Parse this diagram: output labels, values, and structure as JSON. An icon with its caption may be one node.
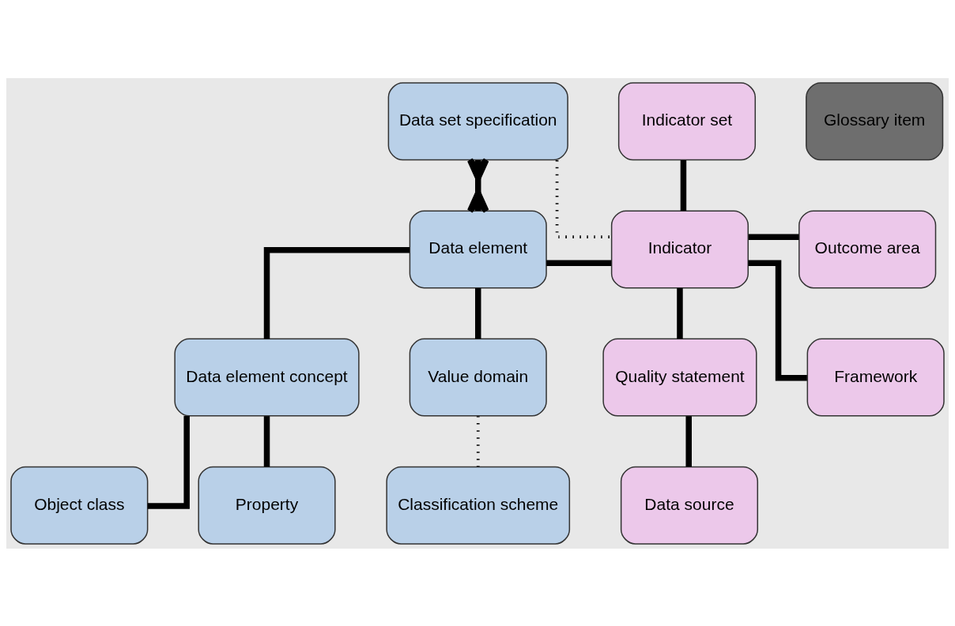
{
  "diagram": {
    "nodes": [
      {
        "text": [
          "Data set specification"
        ]
      },
      {
        "text": [
          "Indicator set"
        ]
      },
      {
        "text": [
          "Outcome area"
        ]
      },
      {
        "text": [
          "Data element"
        ]
      },
      {
        "text": [
          "Indicator"
        ]
      },
      {
        "text": [
          "Quality statement"
        ]
      },
      {
        "text": [
          "Data element concept"
        ]
      },
      {
        "text": [
          "Value domain"
        ]
      },
      {
        "text": [
          "Data source"
        ]
      },
      {
        "text": [
          "Object class"
        ]
      },
      {
        "text": [
          "Property"
        ]
      },
      {
        "text": [
          "Classification scheme"
        ]
      },
      {
        "text": [
          "Framework"
        ]
      },
      {
        "text": [
          "Glossary item"
        ]
      }
    ],
    "edges": [
      {
        "from": 0,
        "to": 3,
        "arrow": "other"
      },
      {
        "from": 0,
        "to": 4,
        "arrow": "none",
        "style": "dashed"
      },
      {
        "from": 1,
        "to": 4,
        "arrow": "none"
      },
      {
        "from": 4,
        "to": 2,
        "arrow": "none"
      },
      {
        "from": 3,
        "to": 4,
        "arrow": "none"
      },
      {
        "from": 4,
        "to": 5,
        "arrow": "none"
      },
      {
        "from": 5,
        "to": 8,
        "arrow": "none"
      },
      {
        "from": 3,
        "to": 6,
        "arrow": "none"
      },
      {
        "from": 3,
        "to": 7,
        "arrow": "none"
      },
      {
        "from": 6,
        "to": 9,
        "arrow": "none"
      },
      {
        "from": 6,
        "to": 10,
        "arrow": "none"
      },
      {
        "from": 7,
        "to": 11,
        "arrow": "none",
        "style": "dashed"
      },
      {
        "from": 4,
        "to": 12,
        "arrow": "none"
      }
    ]
  }
}
